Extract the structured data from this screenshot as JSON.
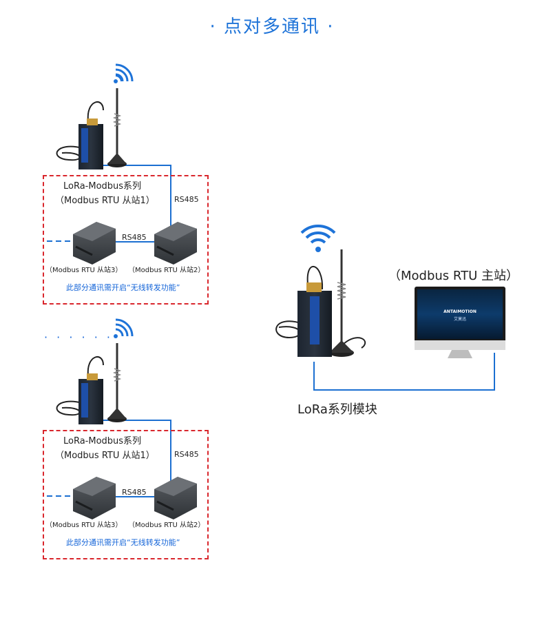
{
  "title": "· 点对多通讯 ·",
  "groups": [
    {
      "series_label": "LoRa-Modbus系列",
      "slave1_label": "（Modbus RTU 从站1）",
      "rs485_top": "RS485",
      "rs485_mid": "RS485",
      "slave3_label": "（Modbus RTU 从站3）",
      "slave2_label": "（Modbus RTU 从站2）",
      "note": "此部分通讯需开启“无线转发功能”"
    },
    {
      "series_label": "LoRa-Modbus系列",
      "slave1_label": "（Modbus RTU 从站1）",
      "rs485_top": "RS485",
      "rs485_mid": "RS485",
      "slave3_label": "（Modbus RTU 从站3）",
      "slave2_label": "（Modbus RTU 从站2）",
      "note": "此部分通讯需开启“无线转发功能”"
    }
  ],
  "ellipsis": "· · · · · ·",
  "master_label": "（Modbus RTU 主站）",
  "module_label": "LoRa系列模块",
  "monitor_brand": "ANTAIMOTION",
  "monitor_sub": "艾莫迅",
  "colors": {
    "accent": "#1e73d8",
    "dashed": "#d9262c",
    "wire": "#1b6fd1"
  },
  "icons": [
    "wifi-signal-icon",
    "lora-module-icon",
    "plc-device-icon",
    "monitor-icon",
    "antenna-icon"
  ]
}
